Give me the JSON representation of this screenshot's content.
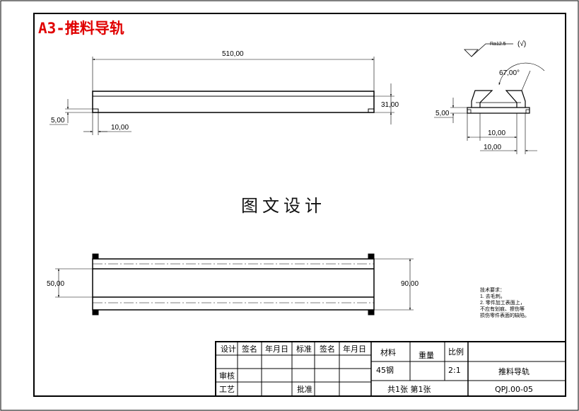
{
  "drawing_title": "A3-推料导轨",
  "watermark": "图文设计",
  "dimensions": {
    "length": "510,00",
    "height": "31,00",
    "left_offset": "5,00",
    "foot_width": "10,00",
    "side_offset": "5,00",
    "side_width_a": "10,00",
    "side_width_b": "10,00",
    "angle": "67,00°",
    "plan_width": "50,00",
    "plan_total": "90,00"
  },
  "roughness": {
    "value": "Ra12.5",
    "note": "(√)"
  },
  "tech_notes": [
    "技术要求：",
    "1. 去毛刺。",
    "2. 零件加工表面上，",
    "不应有划痕、擦伤等",
    "损伤零件表面的缺陷。"
  ],
  "title_block": {
    "headers": [
      "设计",
      "签名",
      "年月日",
      "标准",
      "签名",
      "年月日"
    ],
    "review": "审核",
    "process": "工艺",
    "approve": "批准",
    "material_label": "材料",
    "weight_label": "重量",
    "scale_label": "比例",
    "material": "45钢",
    "scale": "2:1",
    "part_name": "推料导轨",
    "sheet_info": "共1张 第1张",
    "drawing_no": "QPJ.00-05"
  }
}
